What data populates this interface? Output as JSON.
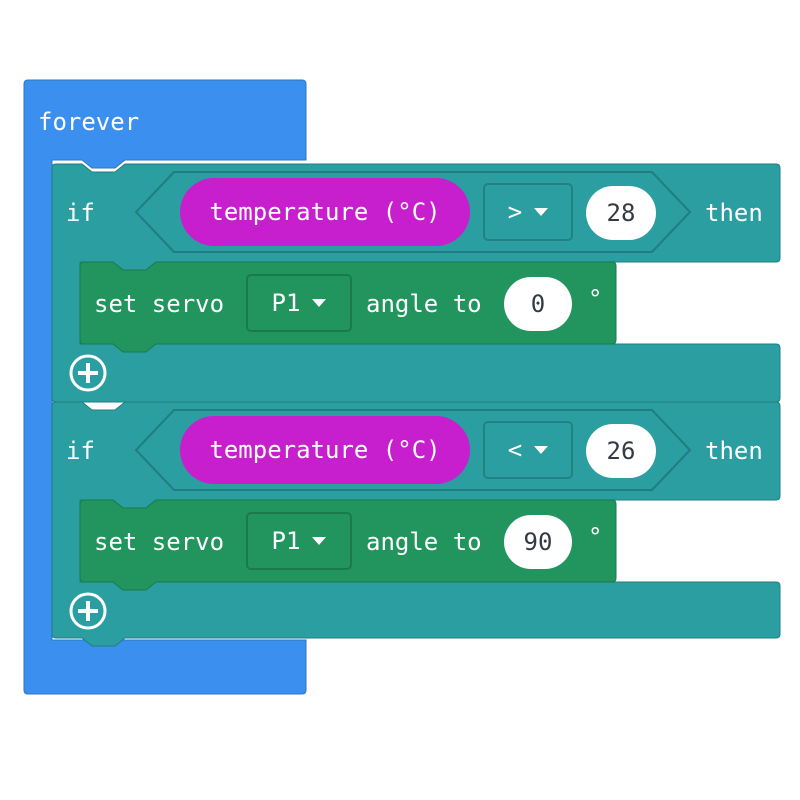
{
  "colors": {
    "loops": "#3b8fee",
    "logic": "#2a9ea0",
    "pins": "#22955e",
    "input": "#c71fcd",
    "white": "#ffffff",
    "number_text": "#333a44"
  },
  "forever": {
    "label": "forever"
  },
  "if_blocks": [
    {
      "if_label": "if",
      "sensor_label": "temperature (°C)",
      "operator": ">",
      "value": "28",
      "then_label": "then",
      "statement": {
        "set_servo_label": "set servo",
        "pin": "P1",
        "angle_to_label": "angle to",
        "angle": "0",
        "degree_symbol": "°"
      },
      "add_icon": "plus-circle-icon"
    },
    {
      "if_label": "if",
      "sensor_label": "temperature (°C)",
      "operator": "<",
      "value": "26",
      "then_label": "then",
      "statement": {
        "set_servo_label": "set servo",
        "pin": "P1",
        "angle_to_label": "angle to",
        "angle": "90",
        "degree_symbol": "°"
      },
      "add_icon": "plus-circle-icon"
    }
  ]
}
